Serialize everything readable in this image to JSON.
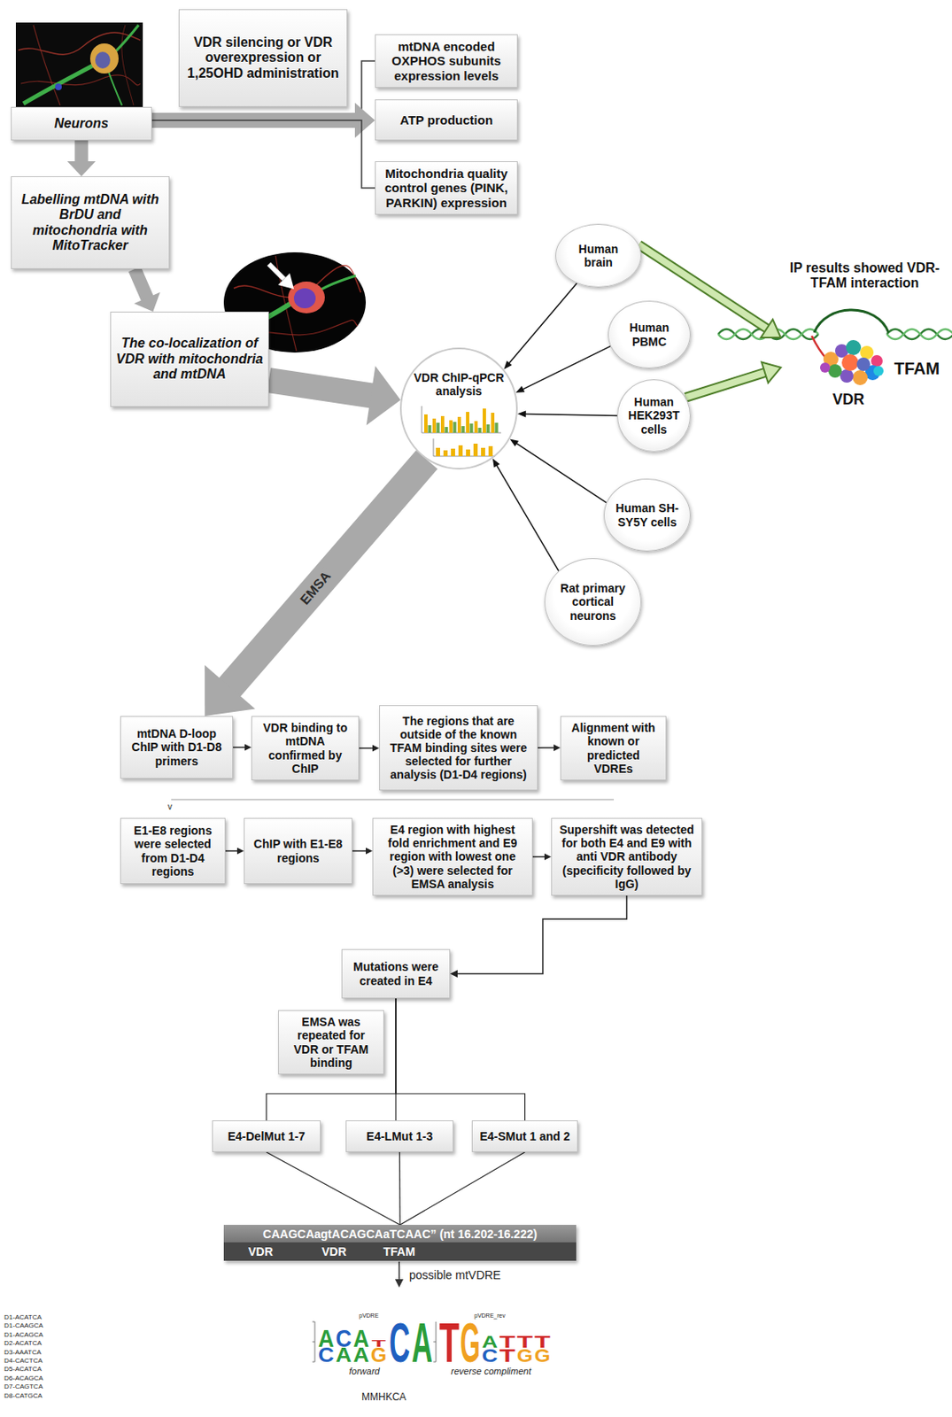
{
  "diagram": {
    "nodes": [
      {
        "text": [
          "Neurons"
        ]
      },
      {
        "text": [
          "VDR silencing or VDR overexpression or 1,25OHD administration"
        ]
      },
      {
        "text": [
          "mtDNA encoded OXPHOS subunits expression levels"
        ]
      },
      {
        "text": [
          "ATP production"
        ]
      },
      {
        "text": [
          "Mitochondria quality control genes (PINK, PARKIN) expression"
        ]
      },
      {
        "text": [
          "Labelling mtDNA with BrDU and mitochondria with MitoTracker"
        ]
      },
      {
        "text": [
          "The co-localization of VDR with mitochondria and mtDNA"
        ]
      },
      {
        "text": [
          "VDR ChIP-qPCR analysis"
        ]
      },
      {
        "text": [
          "Human brain"
        ]
      },
      {
        "text": [
          "Human PBMC"
        ]
      },
      {
        "text": [
          "Human HEK293T cells"
        ]
      },
      {
        "text": [
          "Human SH-SY5Y cells"
        ]
      },
      {
        "text": [
          "Rat primary cortical neurons"
        ]
      },
      {
        "text": [
          "IP results showed VDR-TFAM interaction",
          "TFAM",
          "VDR"
        ]
      },
      {
        "text": [
          "mtDNA D-loop ChIP with D1-D8 primers"
        ]
      },
      {
        "text": [
          "VDR binding to mtDNA confirmed by ChIP"
        ]
      },
      {
        "text": [
          "The regions that are outside of the known TFAM binding sites were selected for further analysis (D1-D4 regions)"
        ]
      },
      {
        "text": [
          "Alignment with known or predicted VDREs"
        ]
      },
      {
        "text": [
          "E1-E8 regions were selected from D1-D4 regions"
        ]
      },
      {
        "text": [
          "ChIP with E1-E8 regions"
        ]
      },
      {
        "text": [
          "E4 region with highest fold enrichment and E9 region with lowest one (>3) were selected for EMSA analysis"
        ]
      },
      {
        "text": [
          "Supershift was detected for both E4 and E9 with anti VDR antibody (specificity followed by IgG)"
        ]
      },
      {
        "text": [
          "Mutations were created in E4"
        ]
      },
      {
        "text": [
          "EMSA was repeated for VDR or TFAM binding"
        ]
      },
      {
        "text": [
          "E4-DelMut 1-7"
        ]
      },
      {
        "text": [
          "E4-LMut 1-3"
        ]
      },
      {
        "text": [
          "E4-SMut 1 and 2"
        ]
      },
      {
        "text": [
          "CAAGCAagtACAGCAaTCAAC” (nt 16.202-16.222)",
          "VDR",
          "VDR",
          "TFAM"
        ]
      }
    ],
    "edges": [
      {
        "from": 0,
        "to": 2,
        "arrow": "none"
      },
      {
        "from": 0,
        "to": 3,
        "arrow": "to"
      },
      {
        "from": 0,
        "to": 4,
        "arrow": "none"
      },
      {
        "from": 0,
        "to": 5,
        "arrow": "to"
      },
      {
        "from": 5,
        "to": 6,
        "arrow": "to"
      },
      {
        "from": 6,
        "to": 7,
        "arrow": "to"
      },
      {
        "from": 8,
        "to": 7,
        "arrow": "to"
      },
      {
        "from": 9,
        "to": 7,
        "arrow": "to"
      },
      {
        "from": 10,
        "to": 7,
        "arrow": "to"
      },
      {
        "from": 11,
        "to": 7,
        "arrow": "to"
      },
      {
        "from": 12,
        "to": 7,
        "arrow": "to"
      },
      {
        "from": 8,
        "to": 13,
        "arrow": "to"
      },
      {
        "from": 10,
        "to": 13,
        "arrow": "to"
      },
      {
        "from": 7,
        "to": 14,
        "label": "EMSA",
        "arrow": "to"
      },
      {
        "from": 14,
        "to": 15,
        "arrow": "to"
      },
      {
        "from": 15,
        "to": 16,
        "arrow": "to"
      },
      {
        "from": 16,
        "to": 17,
        "arrow": "to"
      },
      {
        "from": 18,
        "to": 19,
        "arrow": "to"
      },
      {
        "from": 19,
        "to": 20,
        "arrow": "to"
      },
      {
        "from": 20,
        "to": 21,
        "arrow": "to"
      },
      {
        "from": 21,
        "to": 22,
        "arrow": "to"
      },
      {
        "from": 22,
        "to": 24,
        "arrow": "none"
      },
      {
        "from": 22,
        "to": 25,
        "arrow": "none"
      },
      {
        "from": 22,
        "to": 26,
        "arrow": "none"
      },
      {
        "from": 24,
        "to": 27,
        "arrow": "none"
      },
      {
        "from": 25,
        "to": 27,
        "arrow": "none"
      },
      {
        "from": 26,
        "to": 27,
        "arrow": "none"
      }
    ],
    "labels": [
      "v",
      "possible mtVDRE",
      "D1-ACATCA",
      "D1-CAAGCA",
      "D1-ACAGCA",
      "D2-ACATCA",
      "D3-AAATCA",
      "D4-CACTCA",
      "D5-ACATCA",
      "D6-ACAGCA",
      "D7-CAGTCA",
      "D8-CATGCA",
      "pVDRE",
      "pVDRE_rev",
      "A",
      "C",
      "C",
      "A",
      "A",
      "A",
      "T",
      "G",
      "C",
      "A",
      "T",
      "G",
      "A",
      "C",
      "T",
      "T",
      "T",
      "G",
      "T",
      "G",
      "forward",
      "reverse compliment",
      "MMHKCA"
    ]
  }
}
